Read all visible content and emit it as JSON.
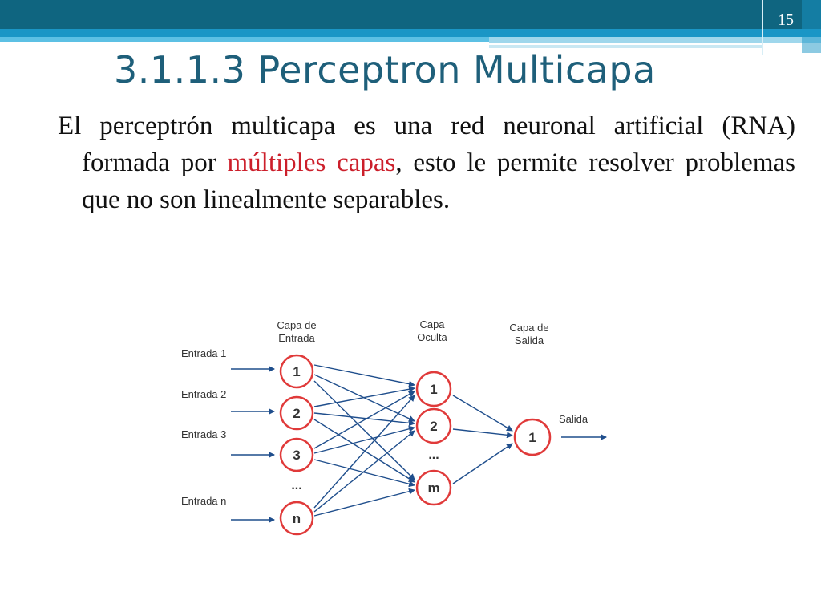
{
  "slide": {
    "page_number": "15",
    "title": "3.1.1.3 Perceptron Multicapa",
    "paragraph": {
      "part1": "El perceptrón multicapa es una red neuronal artificial (RNA) formada por ",
      "highlight": "múltiples capas",
      "part2": ", esto le permite resolver problemas que no son linealmente separables."
    }
  },
  "colors": {
    "title": "#1e5f7a",
    "highlight": "#cc1f2b",
    "node_border": "#e03a3a",
    "arrow": "#1f4e8c"
  },
  "diagram": {
    "layer_titles": {
      "input": [
        "Capa de",
        "Entrada"
      ],
      "hidden": [
        "Capa",
        "Oculta"
      ],
      "output": [
        "Capa de",
        "Salida"
      ]
    },
    "input_labels": [
      "Entrada 1",
      "Entrada 2",
      "Entrada 3",
      "Entrada n"
    ],
    "input_nodes": [
      "1",
      "2",
      "3",
      "n"
    ],
    "hidden_nodes": [
      "1",
      "2",
      "m"
    ],
    "output_nodes": [
      "1"
    ],
    "ellipsis": "...",
    "output_label": "Salida"
  }
}
